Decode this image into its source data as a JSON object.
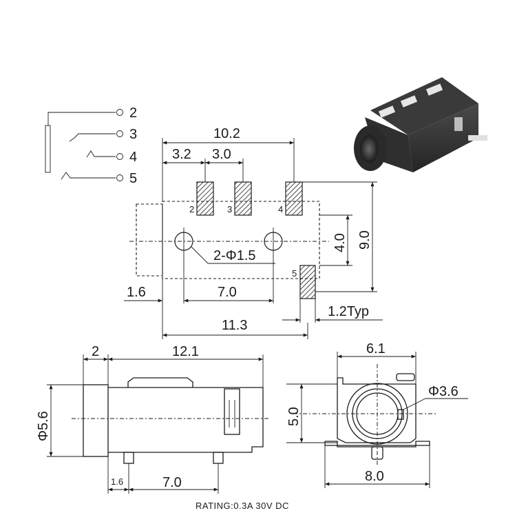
{
  "schematic": {
    "pins": [
      "2",
      "3",
      "4",
      "5"
    ]
  },
  "top_view": {
    "dim_overall_pad_span": "10.2",
    "dim_pad_pitch_1": "3.2",
    "dim_pad_pitch_2": "3.0",
    "pad_labels": [
      "2",
      "3",
      "4",
      "5"
    ],
    "dim_height": "9.0",
    "dim_pad_offset": "4.0",
    "hole_note": "2-Φ1.5",
    "dim_left_offset": "1.6",
    "dim_hole_spacing": "7.0",
    "dim_pad_width": "1.2Typ",
    "dim_body_length": "11.3"
  },
  "side_view": {
    "dim_flange": "2",
    "dim_length": "12.1",
    "dim_diameter": "Φ5.6",
    "dim_peg_offset": "1.6",
    "dim_peg_spacing": "7.0"
  },
  "front_view": {
    "dim_top_width": "6.1",
    "dim_bore": "Φ3.6",
    "dim_height": "5.0",
    "dim_base_width": "8.0"
  },
  "footer": {
    "rating": "RATING:0.3A 30V DC"
  },
  "colors": {
    "line": "#1a1a1a",
    "photo_body": "#2b2b2b",
    "photo_contact": "#e6e6e6"
  }
}
